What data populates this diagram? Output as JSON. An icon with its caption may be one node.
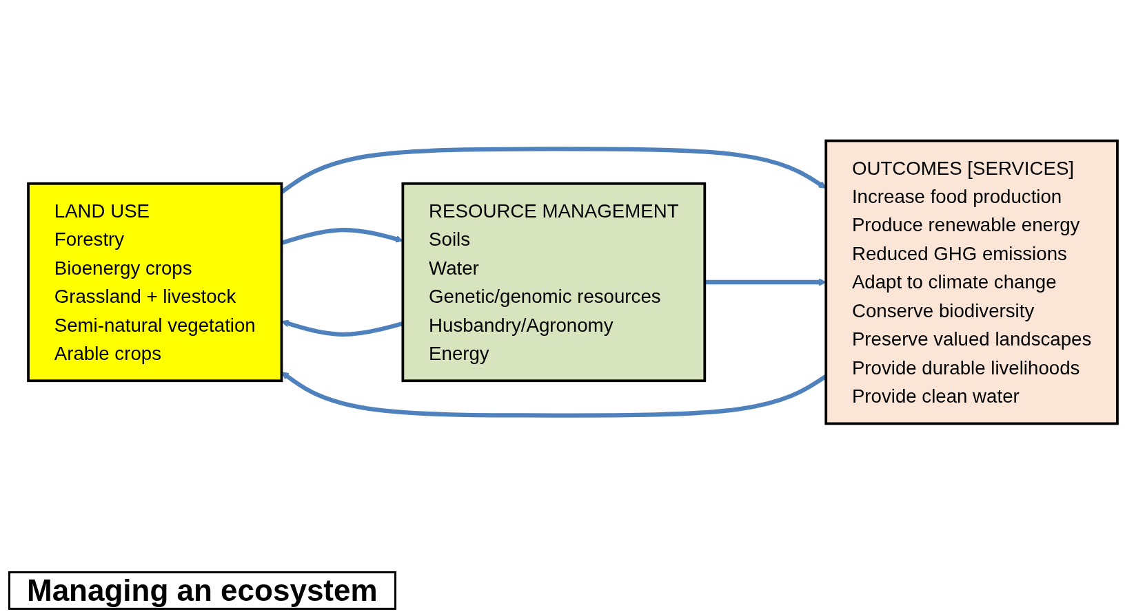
{
  "diagram": {
    "title": "Managing an ecosystem",
    "nodes": [
      {
        "text": [
          "LAND USE",
          "Forestry",
          "Bioenergy crops",
          "Grassland + livestock",
          "Semi-natural vegetation",
          "Arable crops"
        ]
      },
      {
        "text": [
          "RESOURCE MANAGEMENT",
          "Soils",
          "Water",
          "Genetic/genomic resources",
          "Husbandry/Agronomy",
          "Energy"
        ]
      },
      {
        "text": [
          "OUTCOMES [SERVICES]",
          "Increase food production",
          "Produce renewable energy",
          "Reduced GHG emissions",
          "Adapt to climate change",
          "Conserve biodiversity",
          "Preserve valued landscapes",
          "Provide durable livelihoods",
          "Provide clean water"
        ]
      }
    ],
    "edges": [
      {
        "from": 0,
        "to": 2,
        "arrow": "to"
      },
      {
        "from": 0,
        "to": 1,
        "arrow": "to"
      },
      {
        "from": 1,
        "to": 2,
        "arrow": "to"
      },
      {
        "from": 2,
        "to": 0,
        "arrow": "to"
      },
      {
        "from": 1,
        "to": 0,
        "arrow": "to"
      }
    ]
  }
}
